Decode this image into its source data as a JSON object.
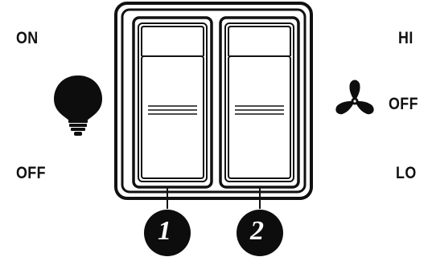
{
  "light": {
    "on_label": "ON",
    "off_label": "OFF",
    "icon": "light-bulb-icon"
  },
  "fan": {
    "hi_label": "HI",
    "off_label": "OFF",
    "lo_label": "LO",
    "icon": "fan-icon"
  },
  "switches": [
    {
      "number": "1"
    },
    {
      "number": "2"
    }
  ]
}
